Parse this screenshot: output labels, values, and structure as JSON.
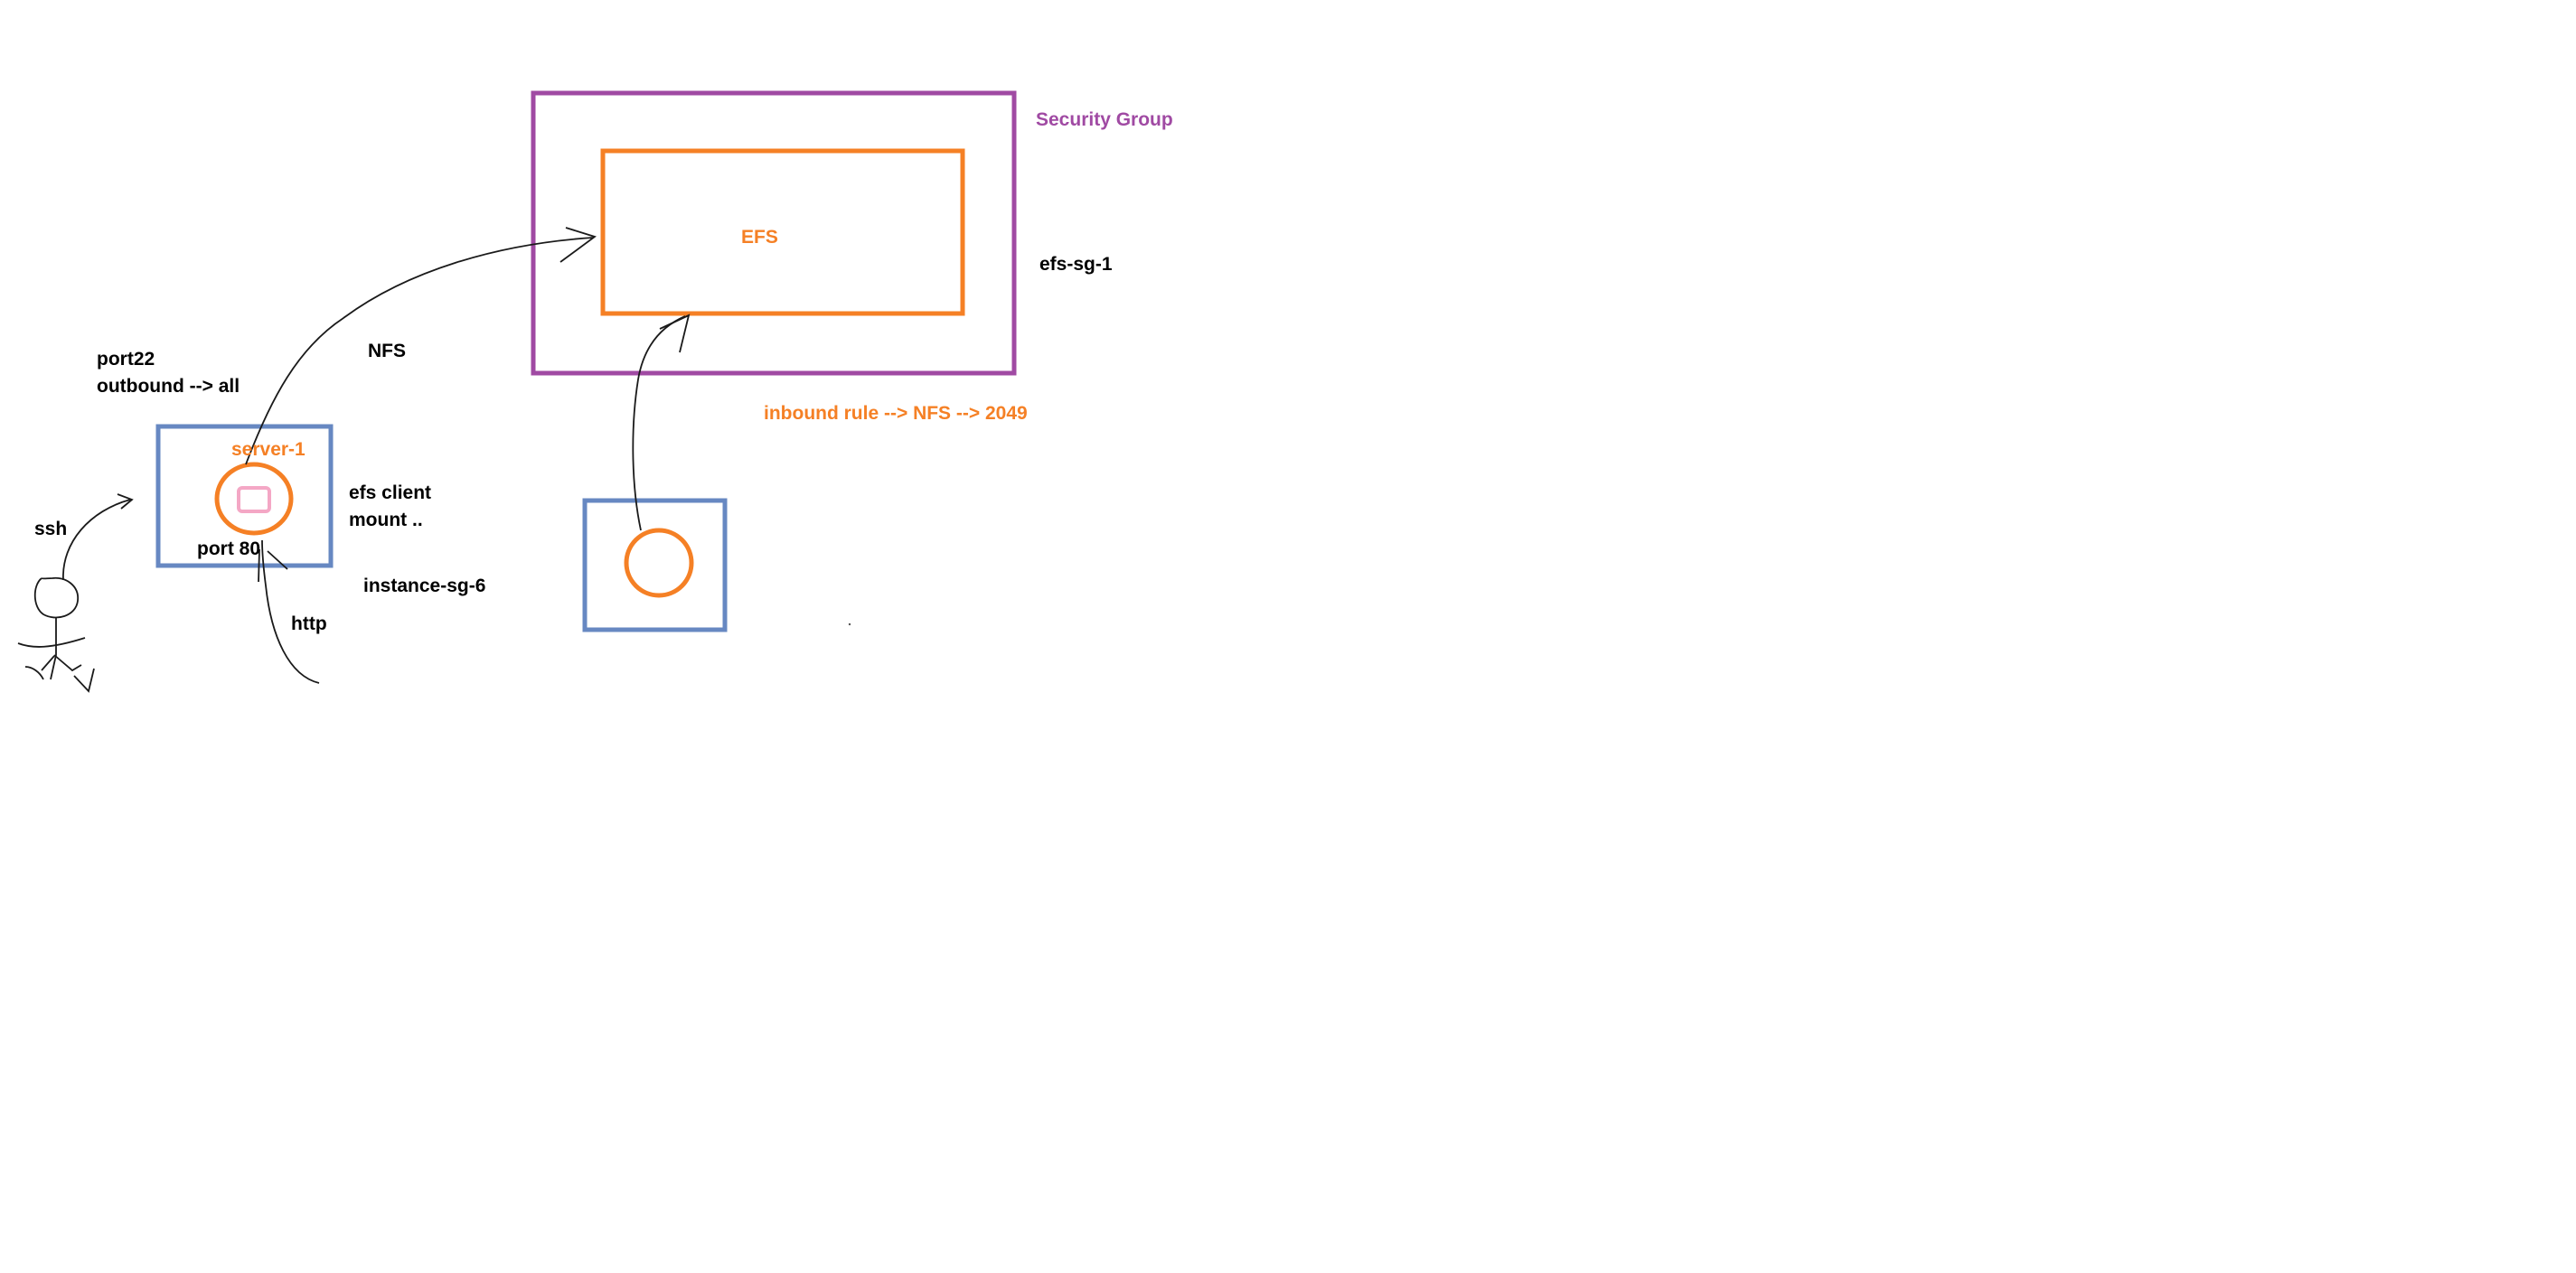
{
  "colors": {
    "security_group": "#a04aa3",
    "efs": "#f58025",
    "instance": "#6788c2",
    "pen": "#1a1a1a",
    "inner_icon": "#f4a7c5",
    "text": "#000000"
  },
  "labels": {
    "security_group": "Security Group",
    "efs": "EFS",
    "efs_sg": "efs-sg-1",
    "inbound_rule": "inbound rule --> NFS --> 2049",
    "nfs": "NFS",
    "port22": "port22",
    "outbound": "outbound --> all",
    "server": "server-1",
    "efs_client": "efs client",
    "mount": "mount ..",
    "ssh": "ssh",
    "port80": "port 80",
    "instance_sg": "instance-sg-6",
    "http": "http"
  }
}
